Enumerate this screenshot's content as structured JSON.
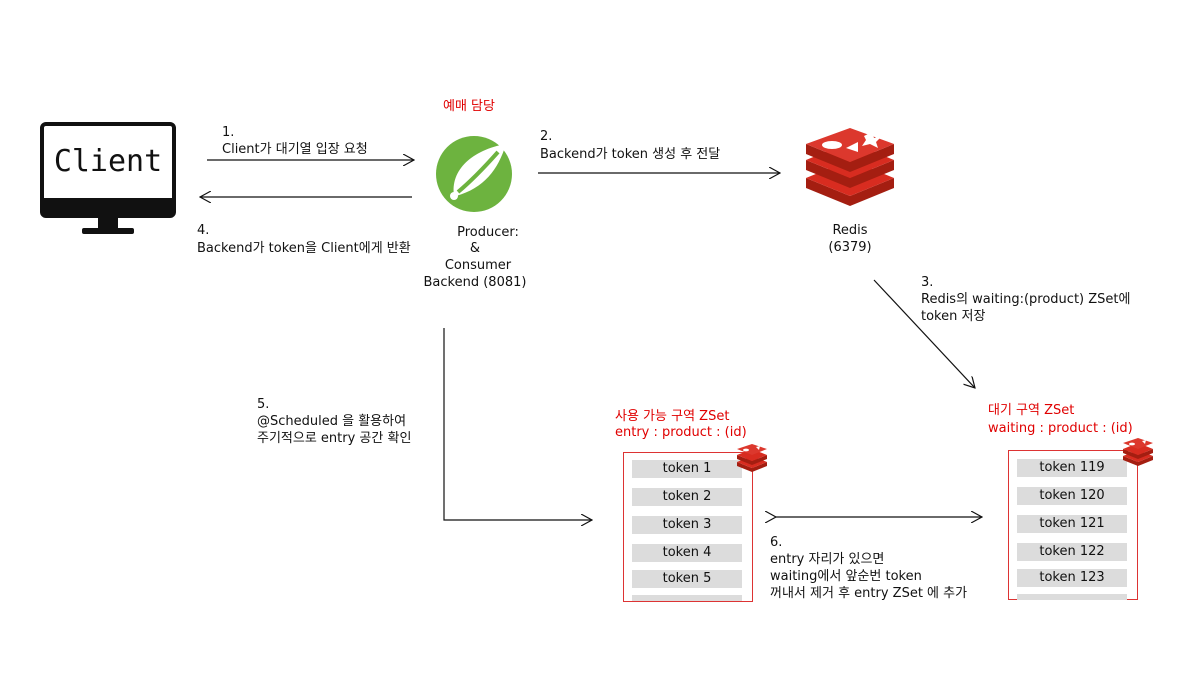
{
  "client": {
    "label": "Client"
  },
  "producer": {
    "role": "예매 담당",
    "name_lines": [
      "Producer:",
      "&",
      "Consumer",
      "Backend (8081)"
    ]
  },
  "redis": {
    "name": "Redis",
    "port": "(6379)"
  },
  "steps": {
    "s1": {
      "num": "1.",
      "text": "Client가 대기열 입장 요청"
    },
    "s2": {
      "num": "2.",
      "text": "Backend가 token 생성 후 전달"
    },
    "s3": {
      "num": "3.",
      "line1": "Redis의 waiting:(product) ZSet에",
      "line2": "token 저장"
    },
    "s4": {
      "num": "4.",
      "text": "Backend가 token을 Client에게 반환"
    },
    "s5": {
      "num": "5.",
      "line1": "@Scheduled 을 활용하여",
      "line2": "주기적으로 entry 공간 확인"
    },
    "s6": {
      "num": "6.",
      "line1": "entry 자리가 있으면",
      "line2": "waiting에서 앞순번 token",
      "line3": "꺼내서 제거 후 entry ZSet 에 추가"
    }
  },
  "entry_zset": {
    "title": "사용 가능 구역 ZSet",
    "key": "entry : product : (id)",
    "tokens": [
      "token 1",
      "token 2",
      "token 3",
      "token 4",
      "token 5"
    ]
  },
  "waiting_zset": {
    "title": "대기 구역 ZSet",
    "key": "waiting : product : (id)",
    "tokens": [
      "token 119",
      "token 120",
      "token 121",
      "token 122",
      "token 123"
    ]
  },
  "colors": {
    "accent_red": "#e00000",
    "redis_red": "#c7302a",
    "spring_green": "#6db33f"
  },
  "icons": [
    "monitor-icon",
    "spring-leaf-icon",
    "redis-icon",
    "redis-small-icon"
  ]
}
